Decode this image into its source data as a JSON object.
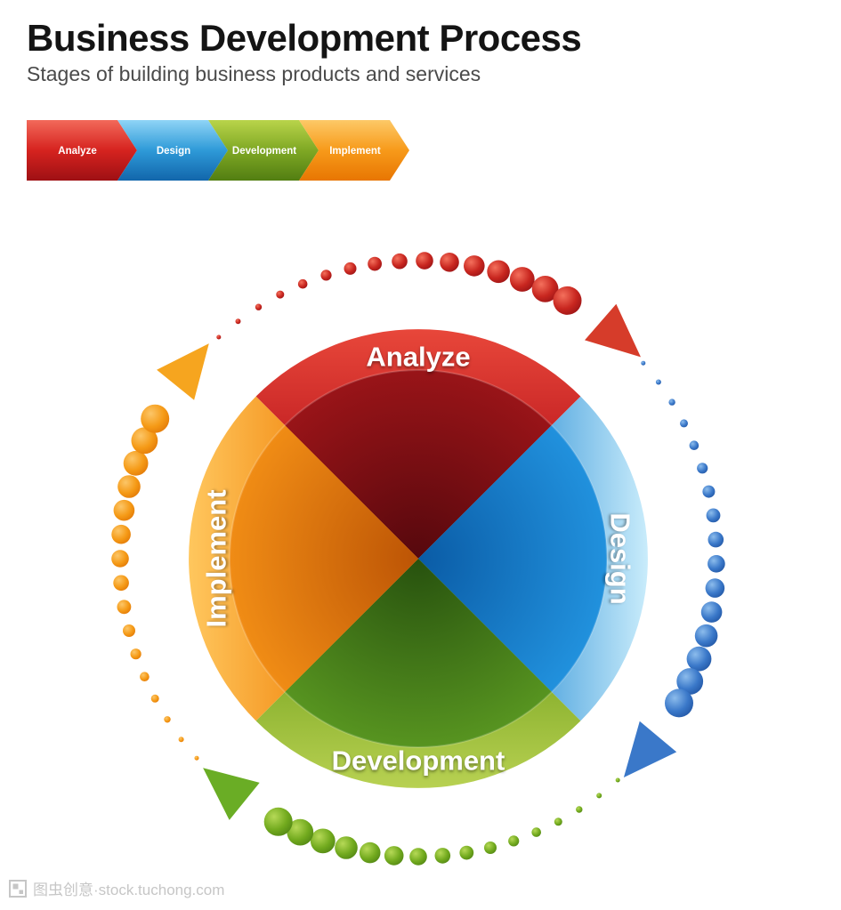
{
  "header": {
    "title": "Business Development Process",
    "subtitle": "Stages of building business products and services"
  },
  "process_chain": {
    "steps": [
      {
        "label": "Analyze",
        "light": "#f2695a",
        "base": "#d6231f",
        "dark": "#9e1014"
      },
      {
        "label": "Design",
        "light": "#8fd4f6",
        "base": "#2e9ad8",
        "dark": "#1266ab"
      },
      {
        "label": "Development",
        "light": "#b9d44a",
        "base": "#7fa824",
        "dark": "#527e12"
      },
      {
        "label": "Implement",
        "light": "#fdc967",
        "base": "#f79a1a",
        "dark": "#e87602"
      }
    ]
  },
  "chart_data": {
    "type": "pie",
    "title": "Business Development Process",
    "subtitle": "Stages of building business products and services",
    "flow": "clockwise",
    "legend_position": "none",
    "slices": [
      {
        "label": "Analyze",
        "value": 25,
        "position": "top",
        "outer_light": "#e8473a",
        "outer_color": "#bd1a1f",
        "inner_center": "#56080d",
        "inner_edge": "#991418",
        "dot_light": "#f4705c",
        "dot_color": "#c8261f",
        "dot_dark": "#8f1014",
        "arrow_color": "#d63c2a"
      },
      {
        "label": "Design",
        "value": 25,
        "position": "right",
        "outer_light": "#c9ecfb",
        "outer_color": "#3796d8",
        "inner_center": "#0a5ba5",
        "inner_edge": "#2191dd",
        "dot_light": "#8cbcec",
        "dot_color": "#3a78c9",
        "dot_dark": "#1d4f9c",
        "arrow_color": "#3a78c9"
      },
      {
        "label": "Development",
        "value": 25,
        "position": "bottom",
        "outer_light": "#b8d152",
        "outer_color": "#7ca723",
        "inner_center": "#27510e",
        "inner_edge": "#579420",
        "dot_light": "#b6d957",
        "dot_color": "#72aa1e",
        "dot_dark": "#4a7e12",
        "arrow_color": "#6aad25"
      },
      {
        "label": "Implement",
        "value": 25,
        "position": "left",
        "outer_light": "#ffc75e",
        "outer_color": "#f1860e",
        "inner_center": "#bc5405",
        "inner_edge": "#f08c15",
        "dot_light": "#fcc668",
        "dot_color": "#f59a16",
        "dot_dark": "#dd7104",
        "arrow_color": "#f6a51f"
      }
    ]
  },
  "watermark": {
    "text": "图虫创意·stock.tuchong.com"
  }
}
